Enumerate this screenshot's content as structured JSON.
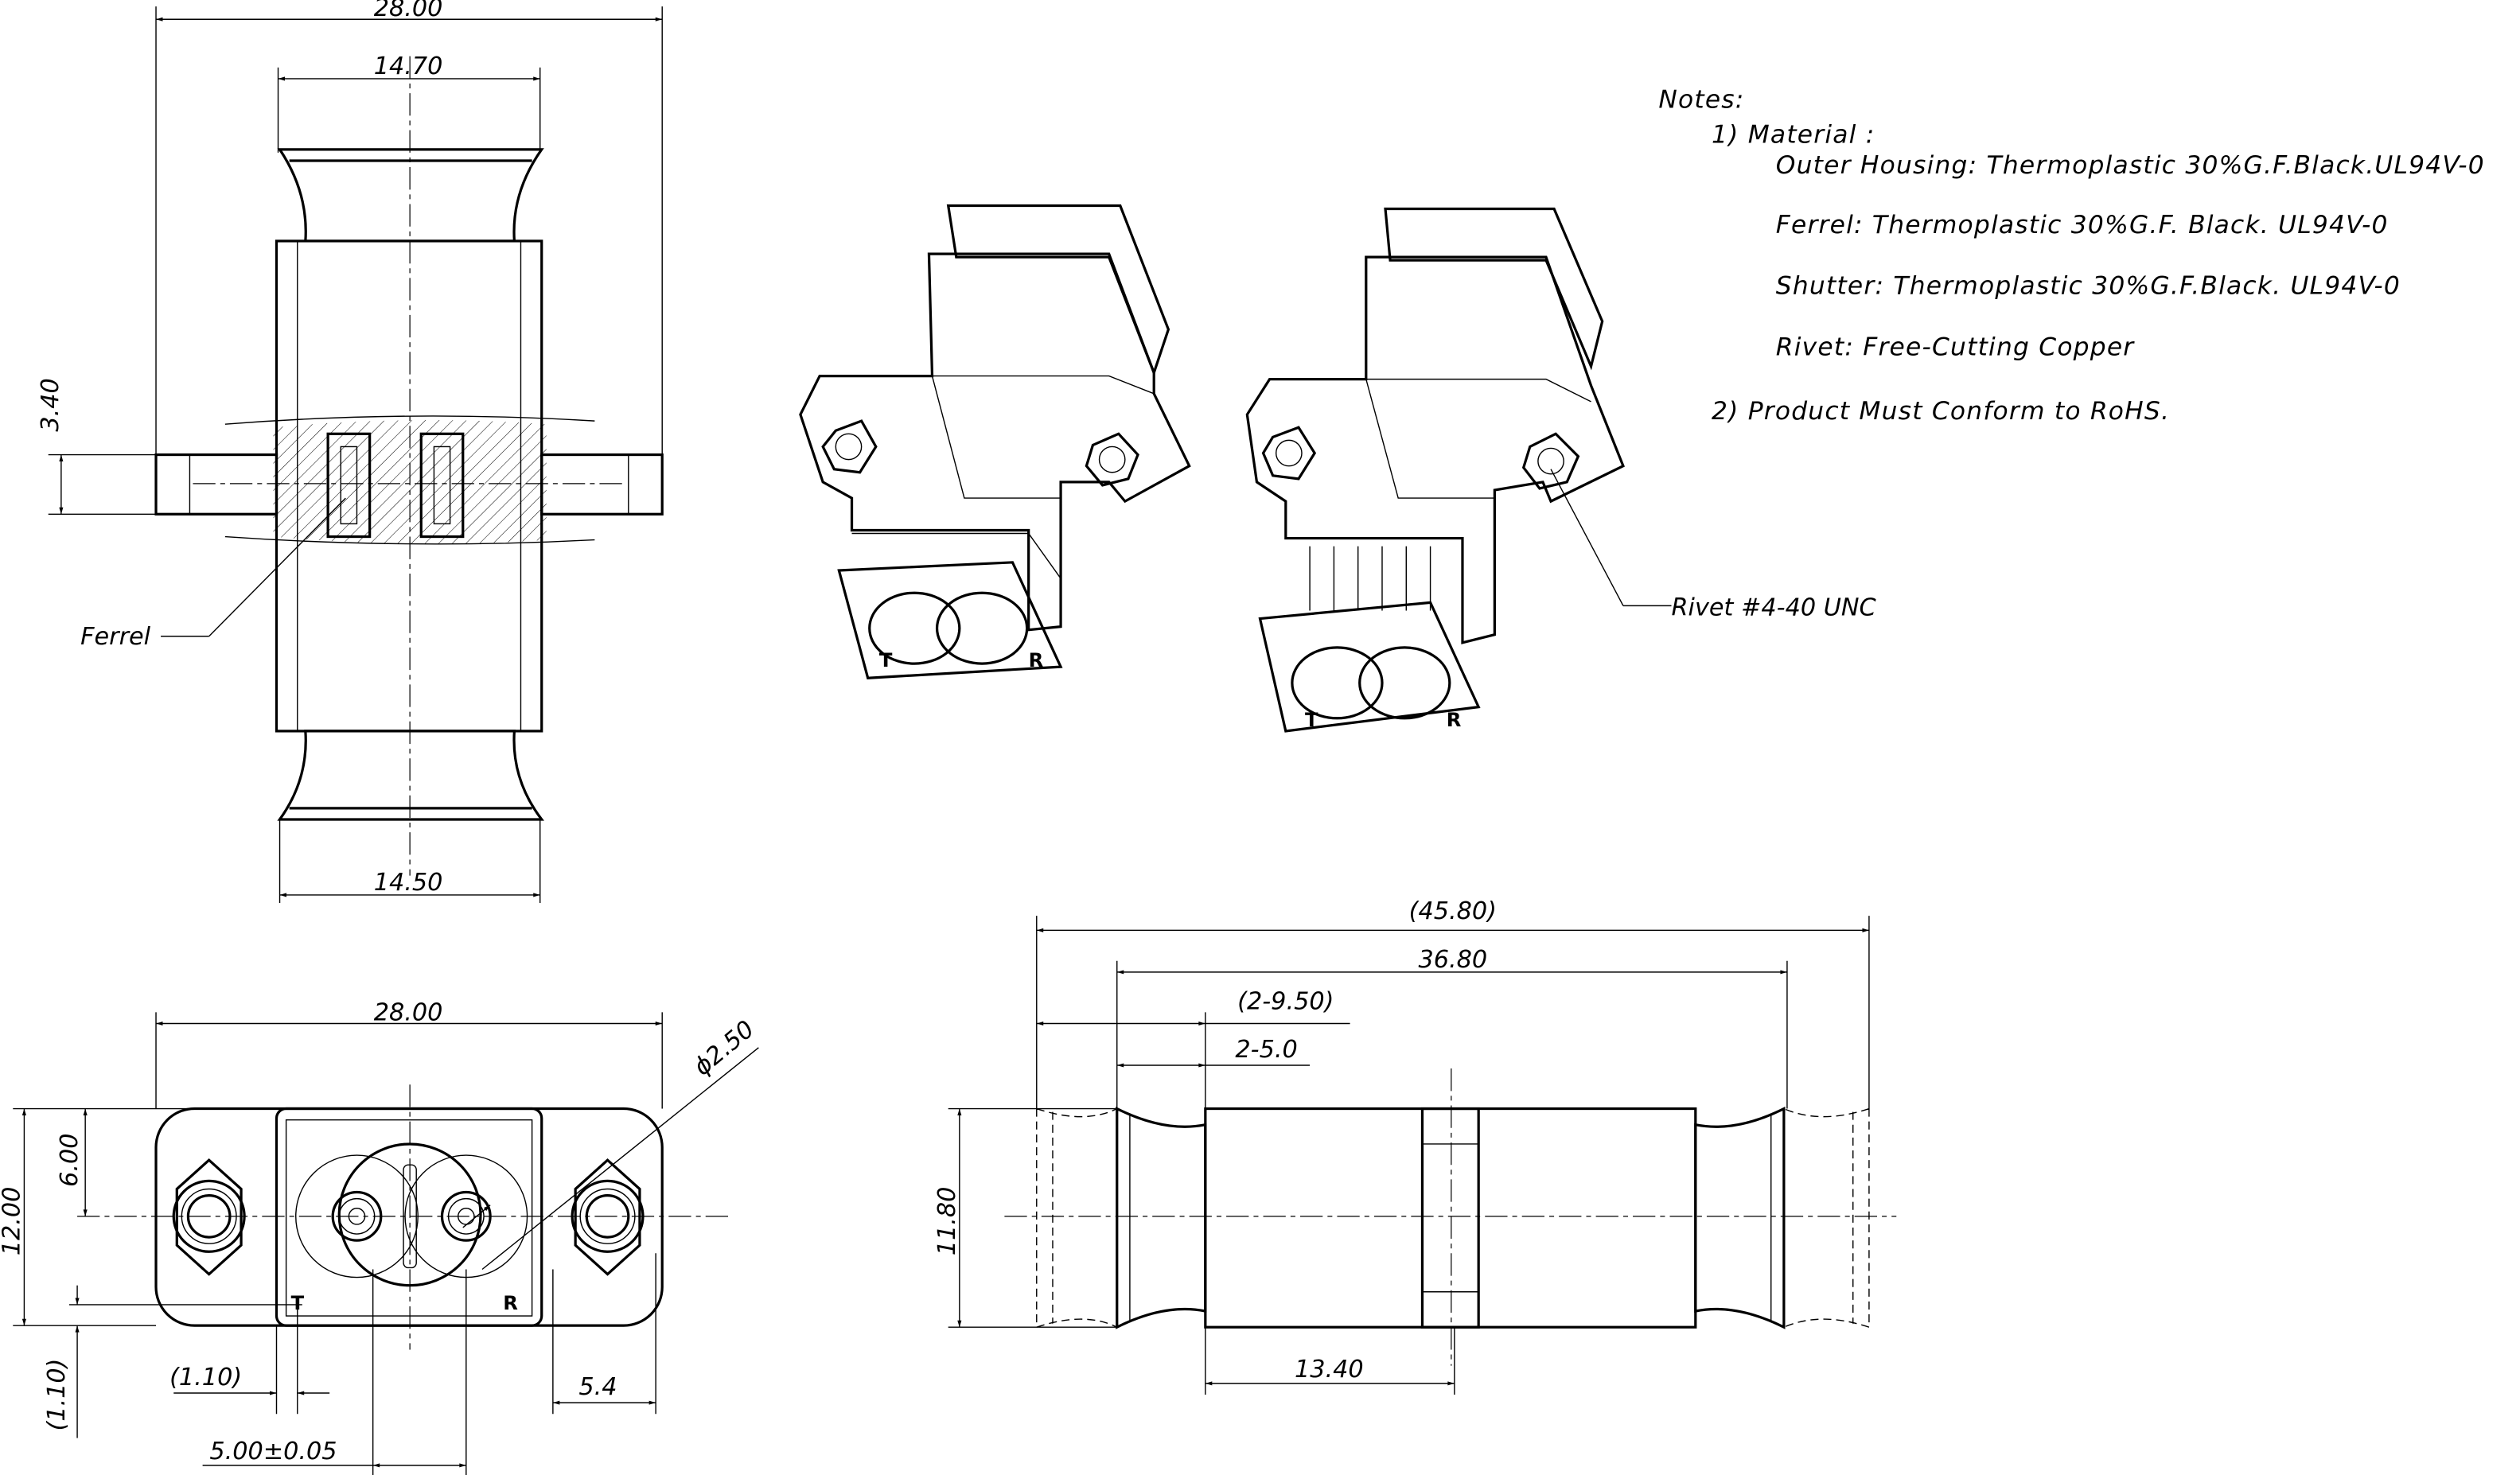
{
  "notes": {
    "heading": "Notes:",
    "item1": "1) Material :",
    "outer_housing": "Outer Housing:  Thermoplastic  30%G.F.Black.UL94V-0",
    "ferrel": "Ferrel: Thermoplastic  30%G.F.  Black.  UL94V-0",
    "shutter": "Shutter:  Thermoplastic  30%G.F.Black.  UL94V-0",
    "rivet": "Rivet: Free-Cutting  Copper",
    "item2": "2) Product  Must  Conform  to  RoHS."
  },
  "callouts": {
    "ferrel": "Ferrel",
    "rivet": "Rivet  #4-40  UNC"
  },
  "top_view": {
    "overall_width": "28.00",
    "top_flange_width": "14.70",
    "bottom_flange_width": "14.50",
    "stub_height": "3.40"
  },
  "front_view": {
    "overall_width": "28.00",
    "bore_diameter": "ϕ2.50",
    "overall_height": "12.00",
    "half_height": "6.00",
    "offset_vertical": "(1.10)",
    "offset_horizontal": "(1.10)",
    "hole_pitch": "5.00±0.05",
    "nut_offset": "5.4",
    "label_t": "T",
    "label_r": "R"
  },
  "side_view": {
    "overall_length": "(45.80)",
    "body_length": "36.80",
    "flare_outer": "(2-9.50)",
    "flare_inner": "2-5.0",
    "height": "11.80",
    "center_length": "13.40"
  }
}
